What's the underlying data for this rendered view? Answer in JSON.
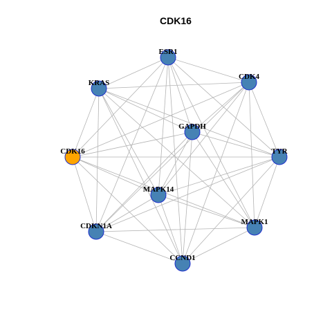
{
  "title": "CDK16",
  "colors": {
    "background": "#ffffff",
    "edge": "#b3b3b3",
    "node_fill": "#4682b4",
    "node_border": "#1e2fcc",
    "highlight_fill": "#ffa500",
    "highlight_border": "#1e2fcc"
  },
  "nodes": [
    {
      "id": "ESR1",
      "label": "ESR1",
      "highlight": false
    },
    {
      "id": "CDK4",
      "label": "CDK4",
      "highlight": false
    },
    {
      "id": "KRAS",
      "label": "KRAS",
      "highlight": false
    },
    {
      "id": "GAPDH",
      "label": "GAPDH",
      "highlight": false
    },
    {
      "id": "CDK16",
      "label": "CDK16",
      "highlight": true
    },
    {
      "id": "TYR",
      "label": "TYR",
      "highlight": false
    },
    {
      "id": "MAPK14",
      "label": "MAPK14",
      "highlight": false
    },
    {
      "id": "CDKN1A",
      "label": "CDKN1A",
      "highlight": false
    },
    {
      "id": "MAPK1",
      "label": "MAPK1",
      "highlight": false
    },
    {
      "id": "CCND1",
      "label": "CCND1",
      "highlight": false
    }
  ],
  "edges": [
    [
      "ESR1",
      "KRAS"
    ],
    [
      "ESR1",
      "CDK4"
    ],
    [
      "ESR1",
      "GAPDH"
    ],
    [
      "ESR1",
      "CDK16"
    ],
    [
      "ESR1",
      "TYR"
    ],
    [
      "ESR1",
      "MAPK14"
    ],
    [
      "ESR1",
      "CDKN1A"
    ],
    [
      "ESR1",
      "MAPK1"
    ],
    [
      "ESR1",
      "CCND1"
    ],
    [
      "KRAS",
      "CDK4"
    ],
    [
      "KRAS",
      "GAPDH"
    ],
    [
      "KRAS",
      "TYR"
    ],
    [
      "KRAS",
      "MAPK14"
    ],
    [
      "KRAS",
      "CDKN1A"
    ],
    [
      "KRAS",
      "MAPK1"
    ],
    [
      "KRAS",
      "CCND1"
    ],
    [
      "KRAS",
      "CDK16"
    ],
    [
      "CDK4",
      "GAPDH"
    ],
    [
      "CDK4",
      "CDK16"
    ],
    [
      "CDK4",
      "TYR"
    ],
    [
      "CDK4",
      "MAPK14"
    ],
    [
      "CDK4",
      "CDKN1A"
    ],
    [
      "CDK4",
      "MAPK1"
    ],
    [
      "CDK4",
      "CCND1"
    ],
    [
      "GAPDH",
      "TYR"
    ],
    [
      "GAPDH",
      "MAPK14"
    ],
    [
      "GAPDH",
      "CDKN1A"
    ],
    [
      "GAPDH",
      "MAPK1"
    ],
    [
      "GAPDH",
      "CCND1"
    ],
    [
      "GAPDH",
      "CDK16"
    ],
    [
      "CDK16",
      "TYR"
    ],
    [
      "CDK16",
      "MAPK14"
    ],
    [
      "CDK16",
      "CDKN1A"
    ],
    [
      "CDK16",
      "MAPK1"
    ],
    [
      "CDK16",
      "CCND1"
    ],
    [
      "TYR",
      "MAPK14"
    ],
    [
      "TYR",
      "CDKN1A"
    ],
    [
      "TYR",
      "MAPK1"
    ],
    [
      "TYR",
      "CCND1"
    ],
    [
      "MAPK14",
      "MAPK1"
    ],
    [
      "MAPK14",
      "CCND1"
    ],
    [
      "MAPK14",
      "CDKN1A"
    ],
    [
      "CDKN1A",
      "MAPK1"
    ],
    [
      "CDKN1A",
      "CCND1"
    ],
    [
      "MAPK1",
      "CCND1"
    ]
  ]
}
